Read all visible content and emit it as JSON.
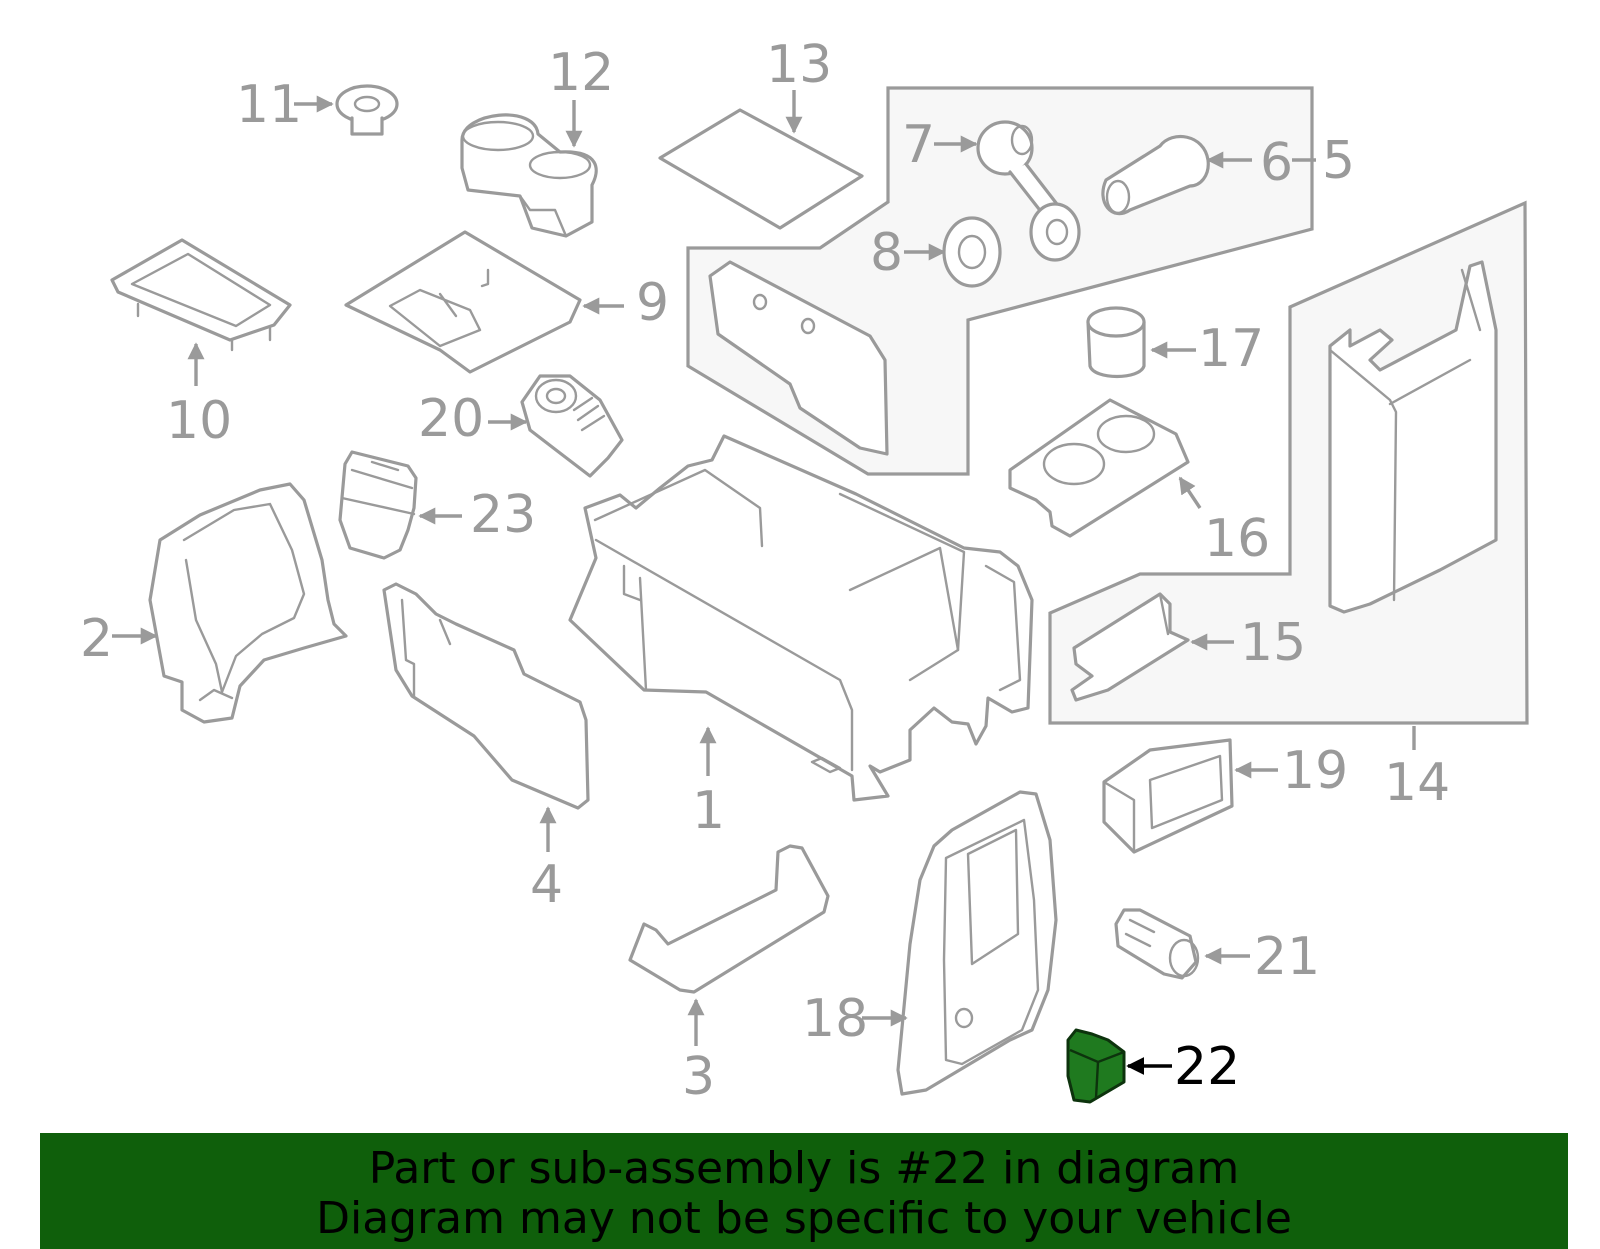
{
  "diagram": {
    "callouts": [
      "1",
      "2",
      "3",
      "4",
      "5",
      "6",
      "7",
      "8",
      "9",
      "10",
      "11",
      "12",
      "13",
      "14",
      "15",
      "16",
      "17",
      "18",
      "19",
      "20",
      "21",
      "22",
      "23"
    ],
    "highlighted": "22",
    "colors": {
      "line": "#9a9a9a",
      "highlight": "#1f7a1f",
      "banner": "#0f5f0b",
      "panel": "#f7f7f7"
    }
  },
  "banner": {
    "line1": "Part or sub-assembly is #22 in diagram",
    "line2": "Diagram may not be specific to your vehicle"
  }
}
